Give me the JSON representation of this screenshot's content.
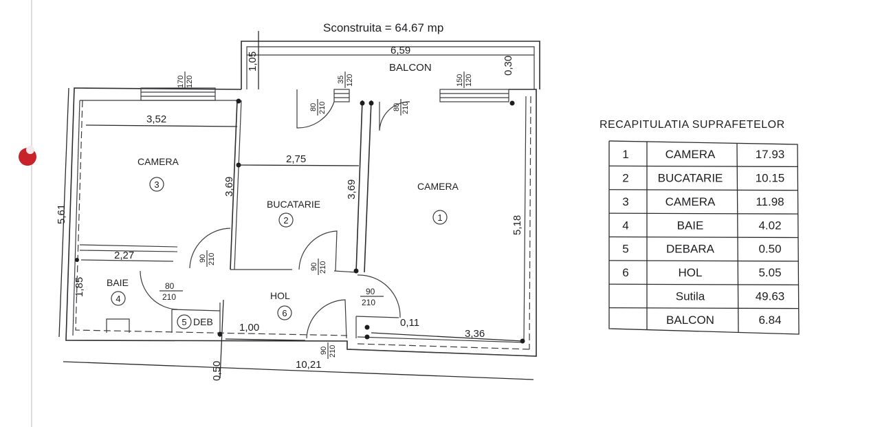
{
  "header": {
    "title": "Sconstruita  =  64.67  mp"
  },
  "plan": {
    "rooms": [
      {
        "key": "camera3",
        "name": "CAMERA",
        "number": "3",
        "width": "3,52",
        "height": "3,69"
      },
      {
        "key": "bucatarie",
        "name": "BUCATARIE",
        "number": "2",
        "width": "2,75",
        "height": "3,69"
      },
      {
        "key": "camera1",
        "name": "CAMERA",
        "number": "1",
        "height": "5,18",
        "width": "3,36"
      },
      {
        "key": "baie",
        "name": "BAIE",
        "number": "4",
        "width": "2,27",
        "height": "1,85"
      },
      {
        "key": "debara",
        "name": "DEB",
        "number": "5"
      },
      {
        "key": "hol",
        "name": "HOL",
        "number": "6",
        "width": "1,00"
      },
      {
        "key": "balcon",
        "name": "BALCON",
        "width": "6,59",
        "depth": "1,05",
        "wall": "0,30"
      }
    ],
    "dimensions": {
      "total_width": "10,21",
      "total_height": "5,61",
      "bottom_offset": "0,50",
      "small_gap": "0,11"
    },
    "openings": [
      {
        "key": "win_camera3",
        "top": "170",
        "bottom": "120"
      },
      {
        "key": "door_balcon_a",
        "top": "80",
        "bottom": "210"
      },
      {
        "key": "win_balcon_small",
        "top": "35",
        "bottom": "120"
      },
      {
        "key": "door_balcon_b",
        "top": "80",
        "bottom": "210"
      },
      {
        "key": "win_camera1",
        "top": "150",
        "bottom": "120"
      },
      {
        "key": "door_camera3",
        "top": "90",
        "bottom": "210"
      },
      {
        "key": "door_bucatarie",
        "top": "90",
        "bottom": "210"
      },
      {
        "key": "door_baie",
        "top": "80",
        "bottom": "210"
      },
      {
        "key": "door_camera1",
        "top": "90",
        "bottom": "210"
      },
      {
        "key": "door_entry",
        "top": "90",
        "bottom": "210"
      }
    ]
  },
  "table": {
    "title": "RECAPITULATIA SUPRAFETELOR",
    "rows": [
      {
        "nr": "1",
        "name": "CAMERA",
        "area": "17.93"
      },
      {
        "nr": "2",
        "name": "BUCATARIE",
        "area": "10.15"
      },
      {
        "nr": "3",
        "name": "CAMERA",
        "area": "11.98"
      },
      {
        "nr": "4",
        "name": "BAIE",
        "area": "4.02"
      },
      {
        "nr": "5",
        "name": "DEBARA",
        "area": "0.50"
      },
      {
        "nr": "6",
        "name": "HOL",
        "area": "5.05"
      },
      {
        "nr": "",
        "name": "Sutila",
        "area": "49.63"
      },
      {
        "nr": "",
        "name": "BALCON",
        "area": "6.84"
      }
    ]
  },
  "colors": {
    "ink": "#2a2a2e",
    "paper": "#ffffff",
    "punch_hole": "#c8232b"
  }
}
